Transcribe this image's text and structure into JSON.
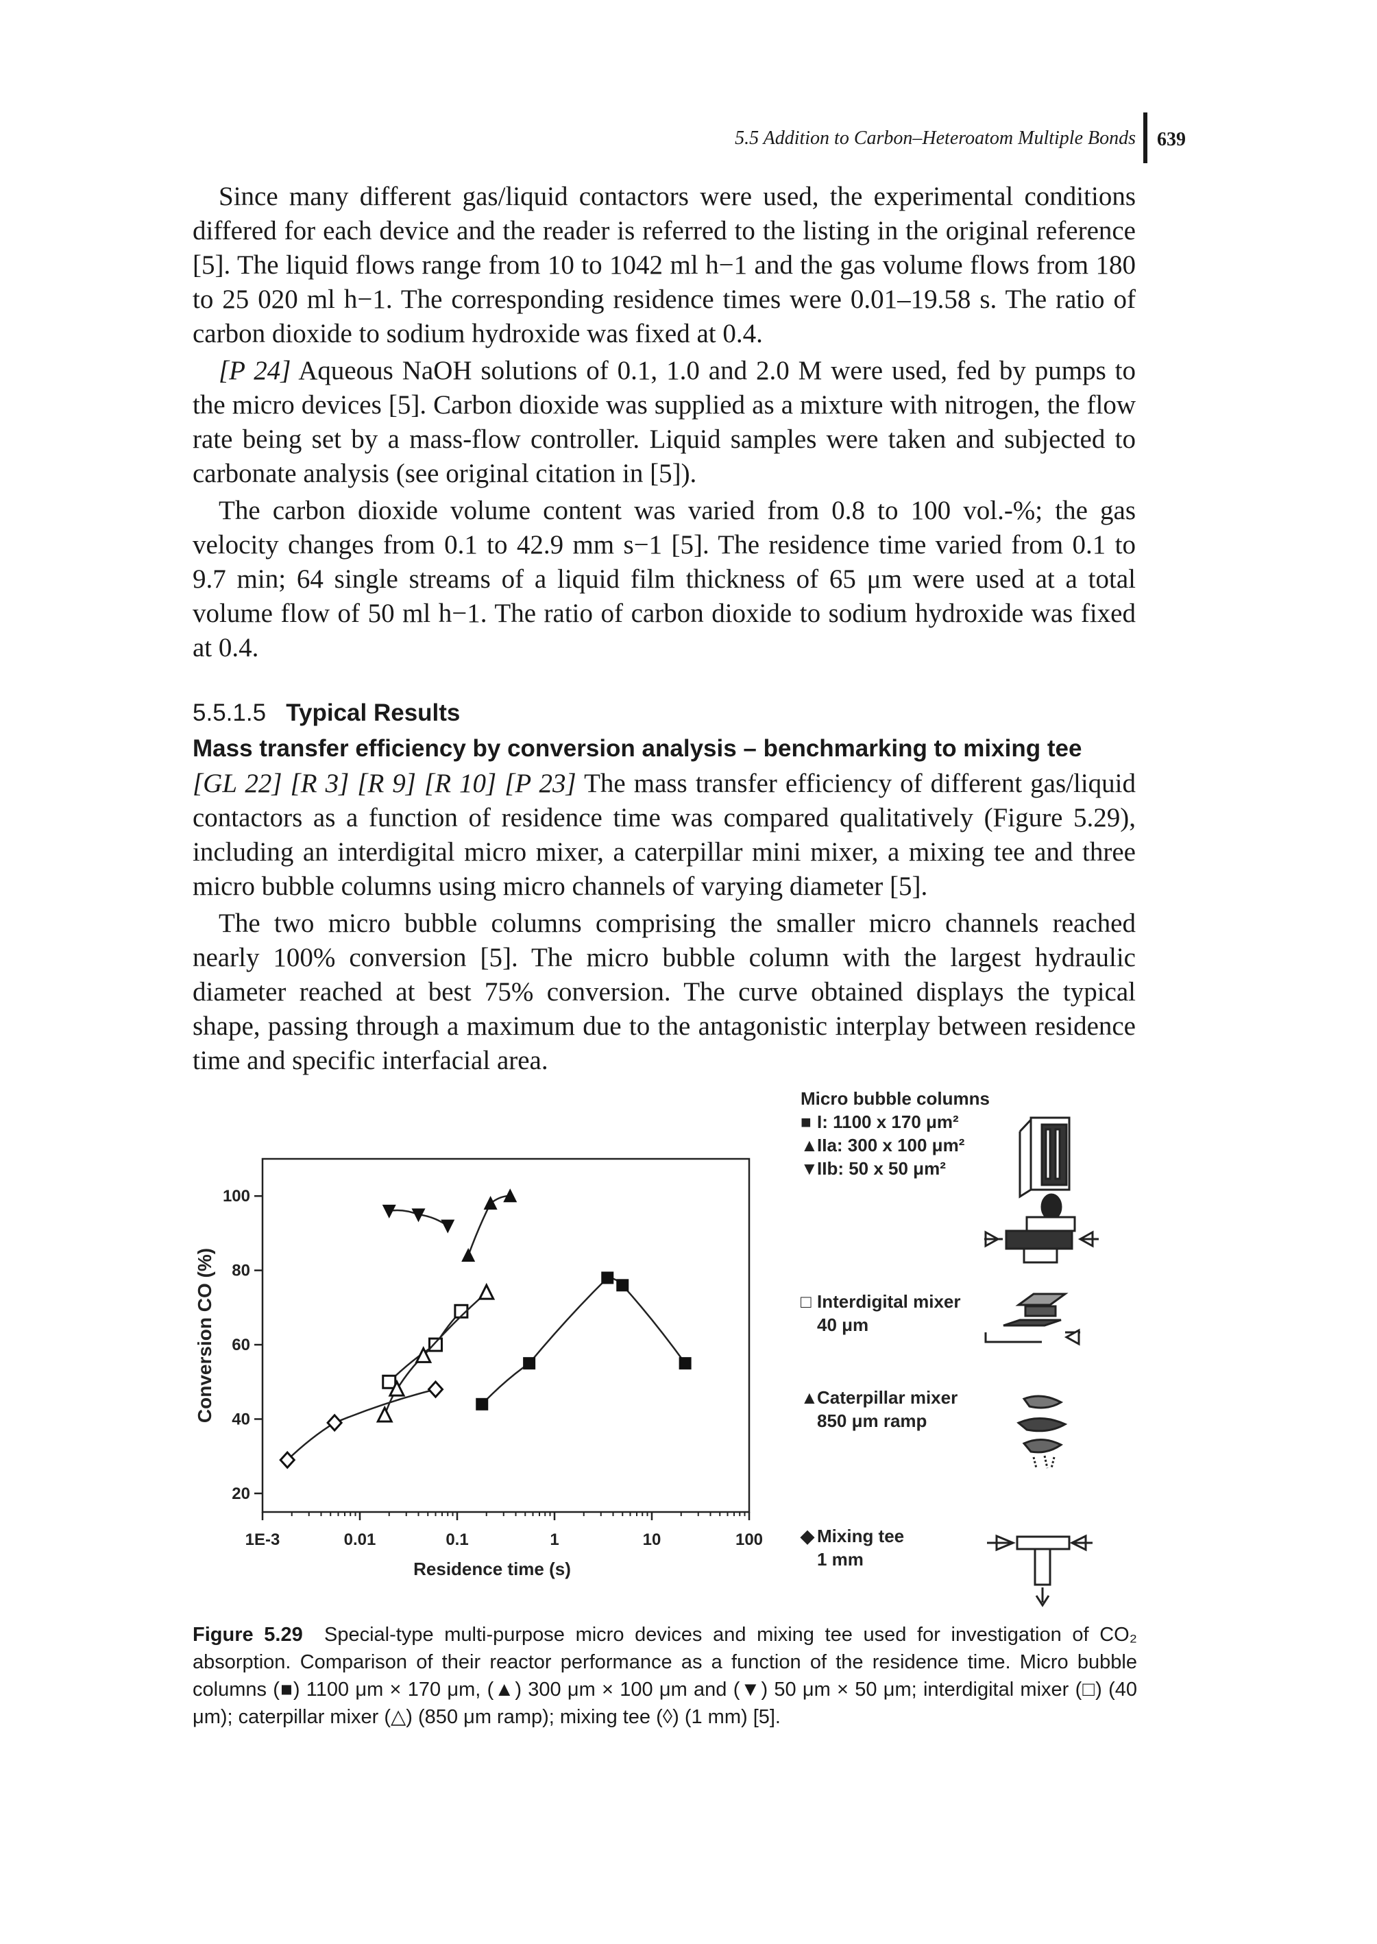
{
  "header": {
    "running_title": "5.5 Addition to Carbon–Heteroatom Multiple Bonds",
    "page_number": "639"
  },
  "paragraphs": {
    "p1": "Since many different gas/liquid contactors were used, the experimental conditions differed for each device and the reader is referred to the listing in the original reference [5]. The liquid flows range from 10 to 1042 ml h−1 and the gas volume flows from 180 to 25 020 ml h−1. The corresponding residence times were 0.01–19.58 s. The ratio of carbon dioxide to sodium hydroxide was fixed at 0.4.",
    "p2_tag": "[P 24]",
    "p2": "Aqueous NaOH solutions of 0.1, 1.0 and 2.0 M were used, fed by pumps to the micro devices [5]. Carbon dioxide was supplied as a mixture with nitrogen, the flow rate being set by a mass-flow controller. Liquid samples were taken and subjected to carbonate analysis (see original citation in [5]).",
    "p3": "The carbon dioxide volume content was varied from 0.8 to 100 vol.-%; the gas velocity changes from 0.1 to 42.9 mm s−1 [5]. The residence time varied from 0.1 to 9.7 min; 64 single streams of a liquid film thickness of 65 μm were used at a total volume flow of 50 ml h−1. The ratio of carbon dioxide to sodium hydroxide was fixed at 0.4.",
    "section_number": "5.5.1.5",
    "section_title": "Typical Results",
    "subheading": "Mass transfer efficiency by conversion analysis – benchmarking to mixing tee",
    "p4_tag": "[GL 22] [R 3] [R 9] [R 10] [P 23]",
    "p4": "The mass transfer efficiency of different gas/liquid contactors as a function of residence time was compared qualitatively (Figure 5.29), including an interdigital micro mixer, a caterpillar mini mixer, a mixing tee and three micro bubble columns using micro channels of varying diameter [5].",
    "p5": "The two micro bubble columns comprising the smaller micro channels reached nearly 100% conversion [5]. The micro bubble column with the largest hydraulic diameter reached at best 75% conversion. The curve obtained displays the typical shape, passing through a maximum due to the antagonistic interplay between residence time and specific interfacial area."
  },
  "legend": {
    "title": "Micro bubble columns",
    "item_i": "I: 1100 x 170 μm²",
    "item_iia": "IIa: 300 x 100 μm²",
    "item_iib": "IIb: 50 x 50 μm²",
    "interdigital_1": "Interdigital mixer",
    "interdigital_2": "40 μm",
    "caterpillar_1": "Caterpillar mixer",
    "caterpillar_2": "850 μm ramp",
    "tee_1": "Mixing tee",
    "tee_2": "1 mm"
  },
  "caption": {
    "label": "Figure 5.29",
    "text": "Special-type multi-purpose micro devices and mixing tee used for investigation of CO₂ absorption. Comparison of their reactor performance as a function of the residence time. Micro bubble columns (■) 1100 μm × 170 μm, (▲) 300 μm × 100 μm and (▼) 50 μm × 50 μm; interdigital mixer (□) (40 μm); caterpillar mixer (△) (850 μm ramp); mixing tee (◊) (1 mm) [5]."
  },
  "chart_data": {
    "type": "scatter",
    "xlabel": "Residence time (s)",
    "ylabel": "Conversion CO (%)",
    "xscale": "log",
    "xlim": [
      0.001,
      100
    ],
    "ylim": [
      15,
      110
    ],
    "xticks": [
      0.001,
      0.01,
      0.1,
      1,
      10,
      100
    ],
    "xtick_labels": [
      "1E-3",
      "0.01",
      "0.1",
      "1",
      "10",
      "100"
    ],
    "yticks": [
      20,
      40,
      60,
      80,
      100
    ],
    "ytick_labels": [
      "20",
      "40",
      "60",
      "80",
      "100"
    ],
    "series": [
      {
        "name": "I: 1100 x 170 μm²",
        "marker": "filled-square",
        "x": [
          0.18,
          0.55,
          3.5,
          5.0,
          22
        ],
        "y": [
          44,
          55,
          78,
          76,
          55
        ]
      },
      {
        "name": "IIa: 300 x 100 μm²",
        "marker": "filled-triangle-up",
        "x": [
          0.13,
          0.22,
          0.35
        ],
        "y": [
          84,
          98,
          100
        ]
      },
      {
        "name": "IIb: 50 x 50 μm²",
        "marker": "filled-triangle-down",
        "x": [
          0.02,
          0.04,
          0.08
        ],
        "y": [
          96,
          95,
          92
        ]
      },
      {
        "name": "Interdigital mixer 40 μm",
        "marker": "open-square",
        "x": [
          0.02,
          0.06,
          0.11
        ],
        "y": [
          50,
          60,
          69
        ]
      },
      {
        "name": "Caterpillar mixer 850 μm ramp",
        "marker": "filled-triangle-up-open",
        "x": [
          0.018,
          0.024,
          0.045,
          0.2
        ],
        "y": [
          41,
          48,
          57,
          74
        ]
      },
      {
        "name": "Mixing tee 1 mm",
        "marker": "open-diamond",
        "x": [
          0.0018,
          0.0055,
          0.06
        ],
        "y": [
          29,
          39,
          48
        ]
      }
    ]
  }
}
